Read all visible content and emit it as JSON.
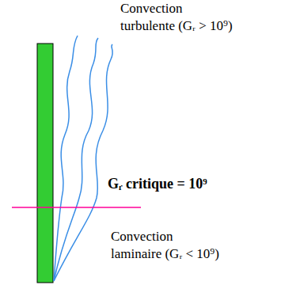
{
  "diagram": {
    "labels": [
      "Convection turbulente (Gᵣ > 10⁹)",
      "Gᵣ critique = 10⁹",
      "Convection laminaire (Gᵣ < 10⁹)"
    ]
  }
}
